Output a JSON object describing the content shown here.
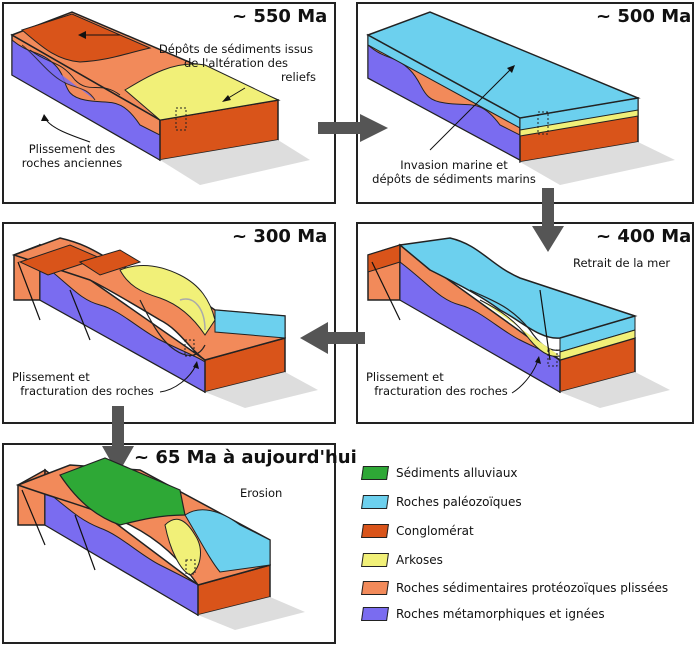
{
  "panels": {
    "p550": {
      "age": "~ 550 Ma",
      "label_deposits": [
        "Dépôts de sédiments issus",
        "de l'altération des",
        "reliefs"
      ],
      "label_folding": [
        "Plissement des",
        "roches anciennes"
      ]
    },
    "p500": {
      "age": "~ 500 Ma",
      "label_invasion": [
        "Invasion marine et",
        "dépôts de sédiments marins"
      ]
    },
    "p400": {
      "age": "~ 400 Ma",
      "label_retreat": "Retrait de la mer",
      "label_folding": [
        "Plissement et",
        "fracturation des roches"
      ]
    },
    "p300": {
      "age": "~ 300 Ma",
      "label_folding": [
        "Plissement et",
        "fracturation des roches"
      ]
    },
    "p65": {
      "age": "~ 65 Ma à aujourd'hui",
      "label_erosion": "Erosion"
    }
  },
  "legend": [
    {
      "label": "Sédiments alluviaux",
      "color": "#2ea836"
    },
    {
      "label": "Roches paléozoïques",
      "color": "#6cd0ee"
    },
    {
      "label": "Conglomérat",
      "color": "#d9541a"
    },
    {
      "label": "Arkoses",
      "color": "#f1f078"
    },
    {
      "label": "Roches sédimentaires protéozoïques plissées",
      "color": "#f28a5a"
    },
    {
      "label": "Roches métamorphiques et ignées",
      "color": "#7a6cf0"
    }
  ],
  "colors": {
    "alluvial": "#2ea836",
    "paleozoic": "#6cd0ee",
    "conglomerate": "#d9541a",
    "arkose": "#f1f078",
    "proterozoic": "#f28a5a",
    "metamorphic": "#7a6cf0",
    "arrow": "#555555"
  }
}
